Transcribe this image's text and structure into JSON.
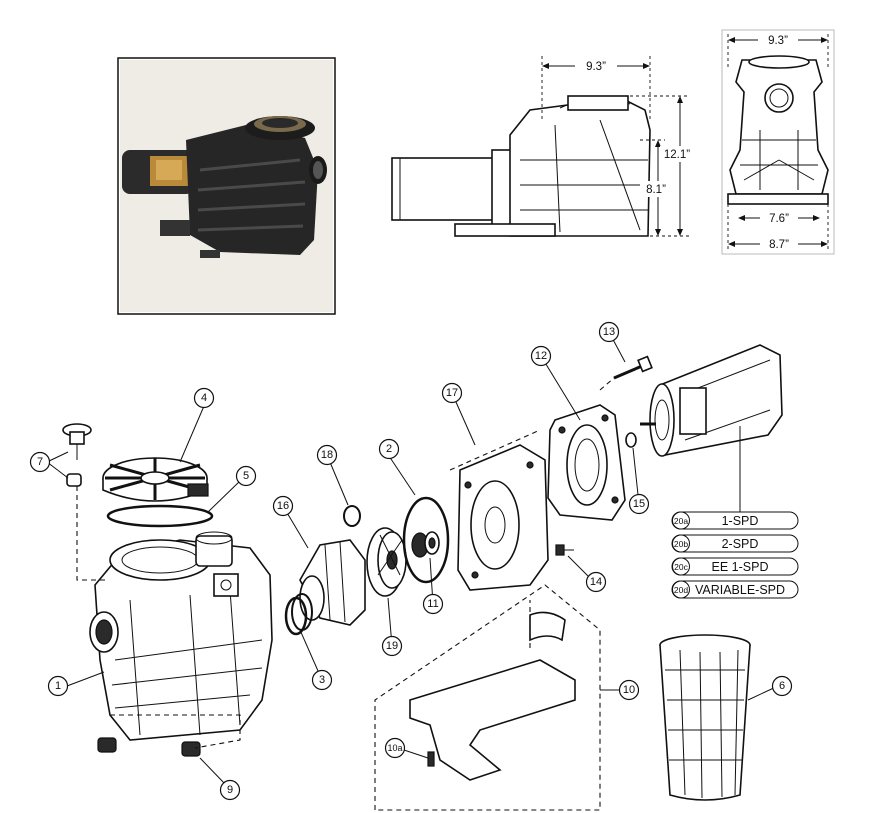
{
  "dimensions": {
    "side_width": "9.3”",
    "side_height_total": "12.1”",
    "side_height_inlet": "8.1”",
    "front_width": "9.3”",
    "front_base_inner": "7.6”",
    "front_base_outer": "8.7”"
  },
  "callouts": [
    "1",
    "2",
    "3",
    "4",
    "5",
    "6",
    "7",
    "9",
    "10",
    "10a",
    "11",
    "12",
    "13",
    "14",
    "15",
    "16",
    "17",
    "18",
    "19"
  ],
  "motor_options": [
    {
      "code": "20a",
      "label": "1-SPD"
    },
    {
      "code": "20b",
      "label": "2-SPD"
    },
    {
      "code": "20c",
      "label": "EE 1-SPD"
    },
    {
      "code": "20d",
      "label": "VARIABLE-SPD"
    }
  ]
}
